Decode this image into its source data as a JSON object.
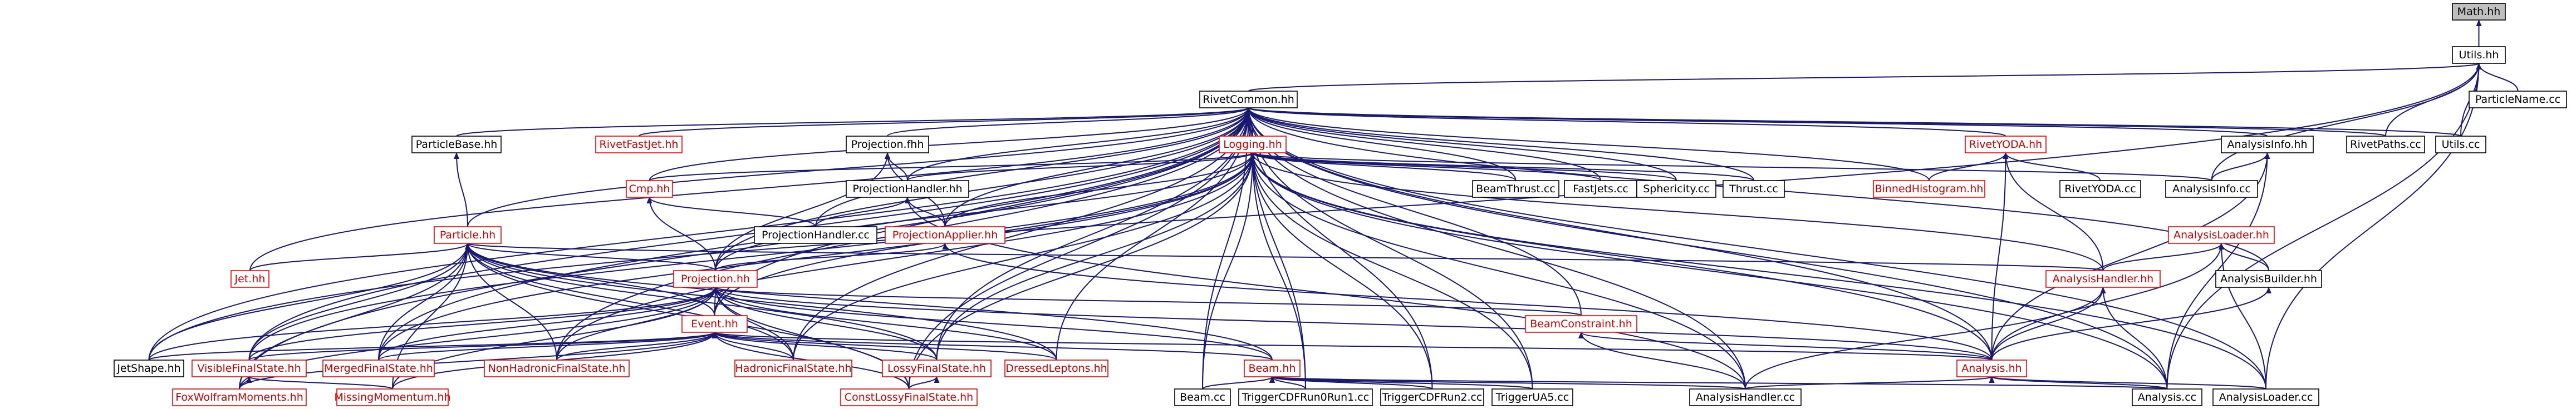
{
  "colors": {
    "edge": "#191970",
    "node_text": "#000000",
    "red_node_text": "#cc0000",
    "red_node_border": "#ff0000",
    "normal_node_border": "#000000",
    "highlight_fill": "#bfbfbf",
    "node_fill": "#ffffff"
  },
  "nodes": [
    {
      "id": "math_hh",
      "label": "Math.hh",
      "style": "highlight"
    },
    {
      "id": "utils_hh",
      "label": "Utils.hh",
      "style": "normal"
    },
    {
      "id": "rivetcommon_hh",
      "label": "RivetCommon.hh",
      "style": "normal"
    },
    {
      "id": "particlename_cc",
      "label": "ParticleName.cc",
      "style": "normal"
    },
    {
      "id": "particlebase_hh",
      "label": "ParticleBase.hh",
      "style": "normal"
    },
    {
      "id": "rivetfastjet_hh",
      "label": "RivetFastJet.hh",
      "style": "red"
    },
    {
      "id": "projection_fhh",
      "label": "Projection.fhh",
      "style": "normal"
    },
    {
      "id": "logging_hh",
      "label": "Logging.hh",
      "style": "red"
    },
    {
      "id": "rivetyoda_hh",
      "label": "RivetYODA.hh",
      "style": "red"
    },
    {
      "id": "analysisinfo_hh",
      "label": "AnalysisInfo.hh",
      "style": "normal"
    },
    {
      "id": "rivetpaths_cc",
      "label": "RivetPaths.cc",
      "style": "normal"
    },
    {
      "id": "utils_cc",
      "label": "Utils.cc",
      "style": "normal"
    },
    {
      "id": "cmp_hh",
      "label": "Cmp.hh",
      "style": "red"
    },
    {
      "id": "projectionhandler_hh",
      "label": "ProjectionHandler.hh",
      "style": "normal"
    },
    {
      "id": "beamthrust_cc",
      "label": "BeamThrust.cc",
      "style": "normal"
    },
    {
      "id": "fastjets_cc",
      "label": "FastJets.cc",
      "style": "normal"
    },
    {
      "id": "sphericity_cc",
      "label": "Sphericity.cc",
      "style": "normal"
    },
    {
      "id": "thrust_cc",
      "label": "Thrust.cc",
      "style": "normal"
    },
    {
      "id": "binnedhistogram_hh",
      "label": "BinnedHistogram.hh",
      "style": "red"
    },
    {
      "id": "rivetyoda_cc",
      "label": "RivetYODA.cc",
      "style": "normal"
    },
    {
      "id": "analysisinfo_cc",
      "label": "AnalysisInfo.cc",
      "style": "normal"
    },
    {
      "id": "particle_hh",
      "label": "Particle.hh",
      "style": "red"
    },
    {
      "id": "projectionhandler_cc",
      "label": "ProjectionHandler.cc",
      "style": "normal"
    },
    {
      "id": "projectionapplier_hh",
      "label": "ProjectionApplier.hh",
      "style": "red"
    },
    {
      "id": "analysisloader_hh",
      "label": "AnalysisLoader.hh",
      "style": "red"
    },
    {
      "id": "jet_hh",
      "label": "Jet.hh",
      "style": "red"
    },
    {
      "id": "analysishandler_hh",
      "label": "AnalysisHandler.hh",
      "style": "red"
    },
    {
      "id": "analysisbuilder_hh",
      "label": "AnalysisBuilder.hh",
      "style": "normal"
    },
    {
      "id": "projection_hh",
      "label": "Projection.hh",
      "style": "red"
    },
    {
      "id": "beamconstraint_hh",
      "label": "BeamConstraint.hh",
      "style": "red"
    },
    {
      "id": "event_hh",
      "label": "Event.hh",
      "style": "red"
    },
    {
      "id": "jetshape_hh",
      "label": "JetShape.hh",
      "style": "normal"
    },
    {
      "id": "visiblefinalstate_hh",
      "label": "VisibleFinalState.hh",
      "style": "red"
    },
    {
      "id": "mergedfinalstate_hh",
      "label": "MergedFinalState.hh",
      "style": "red"
    },
    {
      "id": "nonhadronicfinalstate_hh",
      "label": "NonHadronicFinalState.hh",
      "style": "red"
    },
    {
      "id": "hadronicfinalstate_hh",
      "label": "HadronicFinalState.hh",
      "style": "red"
    },
    {
      "id": "lossyfinalstate_hh",
      "label": "LossyFinalState.hh",
      "style": "red"
    },
    {
      "id": "dressedleptons_hh",
      "label": "DressedLeptons.hh",
      "style": "red"
    },
    {
      "id": "beam_hh",
      "label": "Beam.hh",
      "style": "red"
    },
    {
      "id": "analysis_hh",
      "label": "Analysis.hh",
      "style": "red"
    },
    {
      "id": "foxwolframmoments_hh",
      "label": "FoxWolframMoments.hh",
      "style": "red"
    },
    {
      "id": "missingmomentum_hh",
      "label": "MissingMomentum.hh",
      "style": "red"
    },
    {
      "id": "constlossyfinalstate_hh",
      "label": "ConstLossyFinalState.hh",
      "style": "red"
    },
    {
      "id": "beam_cc",
      "label": "Beam.cc",
      "style": "normal"
    },
    {
      "id": "triggercdfrun0run1_cc",
      "label": "TriggerCDFRun0Run1.cc",
      "style": "normal"
    },
    {
      "id": "triggercdfrun2_cc",
      "label": "TriggerCDFRun2.cc",
      "style": "normal"
    },
    {
      "id": "triggerua5_cc",
      "label": "TriggerUA5.cc",
      "style": "normal"
    },
    {
      "id": "analysishandler_cc",
      "label": "AnalysisHandler.cc",
      "style": "normal"
    },
    {
      "id": "analysis_cc",
      "label": "Analysis.cc",
      "style": "normal"
    },
    {
      "id": "analysisloader_cc",
      "label": "AnalysisLoader.cc",
      "style": "normal"
    }
  ],
  "edges": [
    {
      "from": "utils_hh",
      "to": "math_hh"
    },
    {
      "from": "rivetcommon_hh",
      "to": "utils_hh"
    },
    {
      "from": "particlename_cc",
      "to": "utils_hh"
    },
    {
      "from": "rivetpaths_cc",
      "to": "utils_hh"
    },
    {
      "from": "utils_cc",
      "to": "utils_hh"
    },
    {
      "from": "analysisinfo_cc",
      "to": "utils_hh"
    },
    {
      "from": "analysis_cc",
      "to": "utils_hh"
    },
    {
      "from": "analysisloader_cc",
      "to": "utils_hh"
    },
    {
      "from": "jetshape_hh",
      "to": "utils_hh"
    },
    {
      "from": "logging_hh",
      "to": "rivetcommon_hh"
    },
    {
      "from": "particlebase_hh",
      "to": "rivetcommon_hh"
    },
    {
      "from": "rivetfastjet_hh",
      "to": "rivetcommon_hh"
    },
    {
      "from": "projection_fhh",
      "to": "rivetcommon_hh"
    },
    {
      "from": "rivetyoda_hh",
      "to": "rivetcommon_hh"
    },
    {
      "from": "analysisinfo_hh",
      "to": "rivetcommon_hh"
    },
    {
      "from": "rivetpaths_cc",
      "to": "rivetcommon_hh"
    },
    {
      "from": "utils_cc",
      "to": "rivetcommon_hh"
    },
    {
      "from": "cmp_hh",
      "to": "rivetcommon_hh"
    },
    {
      "from": "projectionhandler_hh",
      "to": "rivetcommon_hh"
    },
    {
      "from": "beamthrust_cc",
      "to": "rivetcommon_hh"
    },
    {
      "from": "fastjets_cc",
      "to": "rivetcommon_hh"
    },
    {
      "from": "sphericity_cc",
      "to": "rivetcommon_hh"
    },
    {
      "from": "thrust_cc",
      "to": "rivetcommon_hh"
    },
    {
      "from": "binnedhistogram_hh",
      "to": "rivetcommon_hh"
    },
    {
      "from": "particle_hh",
      "to": "rivetcommon_hh"
    },
    {
      "from": "projectionhandler_cc",
      "to": "rivetcommon_hh"
    },
    {
      "from": "projectionapplier_hh",
      "to": "rivetcommon_hh"
    },
    {
      "from": "jet_hh",
      "to": "rivetcommon_hh"
    },
    {
      "from": "analysisbuilder_hh",
      "to": "rivetcommon_hh"
    },
    {
      "from": "projection_hh",
      "to": "rivetcommon_hh"
    },
    {
      "from": "beamconstraint_hh",
      "to": "rivetcommon_hh"
    },
    {
      "from": "event_hh",
      "to": "rivetcommon_hh"
    },
    {
      "from": "jetshape_hh",
      "to": "rivetcommon_hh"
    },
    {
      "from": "visiblefinalstate_hh",
      "to": "rivetcommon_hh"
    },
    {
      "from": "mergedfinalstate_hh",
      "to": "rivetcommon_hh"
    },
    {
      "from": "nonhadronicfinalstate_hh",
      "to": "rivetcommon_hh"
    },
    {
      "from": "hadronicfinalstate_hh",
      "to": "rivetcommon_hh"
    },
    {
      "from": "lossyfinalstate_hh",
      "to": "rivetcommon_hh"
    },
    {
      "from": "dressedleptons_hh",
      "to": "rivetcommon_hh"
    },
    {
      "from": "analysis_hh",
      "to": "rivetcommon_hh"
    },
    {
      "from": "foxwolframmoments_hh",
      "to": "rivetcommon_hh"
    },
    {
      "from": "constlossyfinalstate_hh",
      "to": "rivetcommon_hh"
    },
    {
      "from": "triggercdfrun0run1_cc",
      "to": "rivetcommon_hh"
    },
    {
      "from": "triggercdfrun2_cc",
      "to": "rivetcommon_hh"
    },
    {
      "from": "triggerua5_cc",
      "to": "rivetcommon_hh"
    },
    {
      "from": "analysishandler_cc",
      "to": "rivetcommon_hh"
    },
    {
      "from": "analysis_cc",
      "to": "rivetcommon_hh"
    },
    {
      "from": "analysisloader_cc",
      "to": "rivetcommon_hh"
    },
    {
      "from": "beam_cc",
      "to": "rivetcommon_hh"
    },
    {
      "from": "particle_hh",
      "to": "particlebase_hh"
    },
    {
      "from": "projectionhandler_hh",
      "to": "projection_fhh"
    },
    {
      "from": "projectionapplier_hh",
      "to": "projection_fhh"
    },
    {
      "from": "projection_hh",
      "to": "projection_fhh"
    },
    {
      "from": "cmp_hh",
      "to": "logging_hh"
    },
    {
      "from": "projectionhandler_hh",
      "to": "logging_hh"
    },
    {
      "from": "beamthrust_cc",
      "to": "logging_hh"
    },
    {
      "from": "fastjets_cc",
      "to": "logging_hh"
    },
    {
      "from": "sphericity_cc",
      "to": "logging_hh"
    },
    {
      "from": "thrust_cc",
      "to": "logging_hh"
    },
    {
      "from": "analysisinfo_cc",
      "to": "logging_hh"
    },
    {
      "from": "projectionapplier_hh",
      "to": "logging_hh"
    },
    {
      "from": "projection_hh",
      "to": "logging_hh"
    },
    {
      "from": "event_hh",
      "to": "logging_hh"
    },
    {
      "from": "analysis_hh",
      "to": "logging_hh"
    },
    {
      "from": "analysishandler_hh",
      "to": "logging_hh"
    },
    {
      "from": "beam_cc",
      "to": "logging_hh"
    },
    {
      "from": "triggercdfrun0run1_cc",
      "to": "logging_hh"
    },
    {
      "from": "triggercdfrun2_cc",
      "to": "logging_hh"
    },
    {
      "from": "triggerua5_cc",
      "to": "logging_hh"
    },
    {
      "from": "analysishandler_cc",
      "to": "logging_hh"
    },
    {
      "from": "analysis_cc",
      "to": "logging_hh"
    },
    {
      "from": "analysisloader_cc",
      "to": "logging_hh"
    },
    {
      "from": "lossyfinalstate_hh",
      "to": "logging_hh"
    },
    {
      "from": "visiblefinalstate_hh",
      "to": "logging_hh"
    },
    {
      "from": "mergedfinalstate_hh",
      "to": "logging_hh"
    },
    {
      "from": "nonhadronicfinalstate_hh",
      "to": "logging_hh"
    },
    {
      "from": "hadronicfinalstate_hh",
      "to": "logging_hh"
    },
    {
      "from": "constlossyfinalstate_hh",
      "to": "logging_hh"
    },
    {
      "from": "binnedhistogram_hh",
      "to": "rivetyoda_hh"
    },
    {
      "from": "rivetyoda_cc",
      "to": "rivetyoda_hh"
    },
    {
      "from": "analysishandler_hh",
      "to": "rivetyoda_hh"
    },
    {
      "from": "analysis_hh",
      "to": "rivetyoda_hh"
    },
    {
      "from": "analysisinfo_cc",
      "to": "analysisinfo_hh"
    },
    {
      "from": "analysis_hh",
      "to": "analysisinfo_hh"
    },
    {
      "from": "analysis_cc",
      "to": "analysisinfo_hh"
    },
    {
      "from": "projection_hh",
      "to": "cmp_hh"
    },
    {
      "from": "projectionhandler_cc",
      "to": "cmp_hh"
    },
    {
      "from": "projectionhandler_cc",
      "to": "projectionhandler_hh"
    },
    {
      "from": "projectionapplier_hh",
      "to": "projectionhandler_hh"
    },
    {
      "from": "analysishandler_cc",
      "to": "projectionhandler_hh"
    },
    {
      "from": "projection_hh",
      "to": "particle_hh"
    },
    {
      "from": "jet_hh",
      "to": "particle_hh"
    },
    {
      "from": "event_hh",
      "to": "particle_hh"
    },
    {
      "from": "jetshape_hh",
      "to": "particle_hh"
    },
    {
      "from": "visiblefinalstate_hh",
      "to": "particle_hh"
    },
    {
      "from": "mergedfinalstate_hh",
      "to": "particle_hh"
    },
    {
      "from": "nonhadronicfinalstate_hh",
      "to": "particle_hh"
    },
    {
      "from": "hadronicfinalstate_hh",
      "to": "particle_hh"
    },
    {
      "from": "lossyfinalstate_hh",
      "to": "particle_hh"
    },
    {
      "from": "dressedleptons_hh",
      "to": "particle_hh"
    },
    {
      "from": "beam_hh",
      "to": "particle_hh"
    },
    {
      "from": "analysishandler_hh",
      "to": "particle_hh"
    },
    {
      "from": "foxwolframmoments_hh",
      "to": "particle_hh"
    },
    {
      "from": "missingmomentum_hh",
      "to": "particle_hh"
    },
    {
      "from": "constlossyfinalstate_hh",
      "to": "particle_hh"
    },
    {
      "from": "projection_hh",
      "to": "projectionapplier_hh"
    },
    {
      "from": "analysis_hh",
      "to": "projectionapplier_hh"
    },
    {
      "from": "analysishandler_hh",
      "to": "analysisloader_hh"
    },
    {
      "from": "analysis_hh",
      "to": "analysisloader_hh"
    },
    {
      "from": "analysisbuilder_hh",
      "to": "analysisloader_hh"
    },
    {
      "from": "analysisloader_cc",
      "to": "analysisloader_hh"
    },
    {
      "from": "analysis_hh",
      "to": "analysishandler_hh"
    },
    {
      "from": "analysishandler_cc",
      "to": "analysishandler_hh"
    },
    {
      "from": "analysis_cc",
      "to": "analysishandler_hh"
    },
    {
      "from": "analysis_hh",
      "to": "analysisbuilder_hh"
    },
    {
      "from": "event_hh",
      "to": "projection_hh"
    },
    {
      "from": "beamconstraint_hh",
      "to": "projection_hh"
    },
    {
      "from": "jetshape_hh",
      "to": "projection_hh"
    },
    {
      "from": "visiblefinalstate_hh",
      "to": "projection_hh"
    },
    {
      "from": "mergedfinalstate_hh",
      "to": "projection_hh"
    },
    {
      "from": "nonhadronicfinalstate_hh",
      "to": "projection_hh"
    },
    {
      "from": "hadronicfinalstate_hh",
      "to": "projection_hh"
    },
    {
      "from": "lossyfinalstate_hh",
      "to": "projection_hh"
    },
    {
      "from": "dressedleptons_hh",
      "to": "projection_hh"
    },
    {
      "from": "beam_hh",
      "to": "projection_hh"
    },
    {
      "from": "analysis_hh",
      "to": "projection_hh"
    },
    {
      "from": "foxwolframmoments_hh",
      "to": "projection_hh"
    },
    {
      "from": "missingmomentum_hh",
      "to": "projection_hh"
    },
    {
      "from": "constlossyfinalstate_hh",
      "to": "projection_hh"
    },
    {
      "from": "analysis_hh",
      "to": "beamconstraint_hh"
    },
    {
      "from": "analysishandler_cc",
      "to": "beamconstraint_hh"
    },
    {
      "from": "jetshape_hh",
      "to": "event_hh"
    },
    {
      "from": "visiblefinalstate_hh",
      "to": "event_hh"
    },
    {
      "from": "mergedfinalstate_hh",
      "to": "event_hh"
    },
    {
      "from": "nonhadronicfinalstate_hh",
      "to": "event_hh"
    },
    {
      "from": "hadronicfinalstate_hh",
      "to": "event_hh"
    },
    {
      "from": "lossyfinalstate_hh",
      "to": "event_hh"
    },
    {
      "from": "dressedleptons_hh",
      "to": "event_hh"
    },
    {
      "from": "beam_hh",
      "to": "event_hh"
    },
    {
      "from": "analysis_hh",
      "to": "event_hh"
    },
    {
      "from": "foxwolframmoments_hh",
      "to": "event_hh"
    },
    {
      "from": "missingmomentum_hh",
      "to": "event_hh"
    },
    {
      "from": "constlossyfinalstate_hh",
      "to": "event_hh"
    },
    {
      "from": "foxwolframmoments_hh",
      "to": "visiblefinalstate_hh"
    },
    {
      "from": "missingmomentum_hh",
      "to": "visiblefinalstate_hh"
    },
    {
      "from": "constlossyfinalstate_hh",
      "to": "lossyfinalstate_hh"
    },
    {
      "from": "beam_cc",
      "to": "beam_hh"
    },
    {
      "from": "triggercdfrun0run1_cc",
      "to": "beam_hh"
    },
    {
      "from": "triggercdfrun2_cc",
      "to": "beam_hh"
    },
    {
      "from": "triggerua5_cc",
      "to": "beam_hh"
    },
    {
      "from": "analysishandler_cc",
      "to": "beam_hh"
    },
    {
      "from": "analysis_cc",
      "to": "beam_hh"
    },
    {
      "from": "analysishandler_cc",
      "to": "analysis_hh"
    },
    {
      "from": "analysis_cc",
      "to": "analysis_hh"
    },
    {
      "from": "analysisloader_cc",
      "to": "analysis_hh"
    }
  ]
}
